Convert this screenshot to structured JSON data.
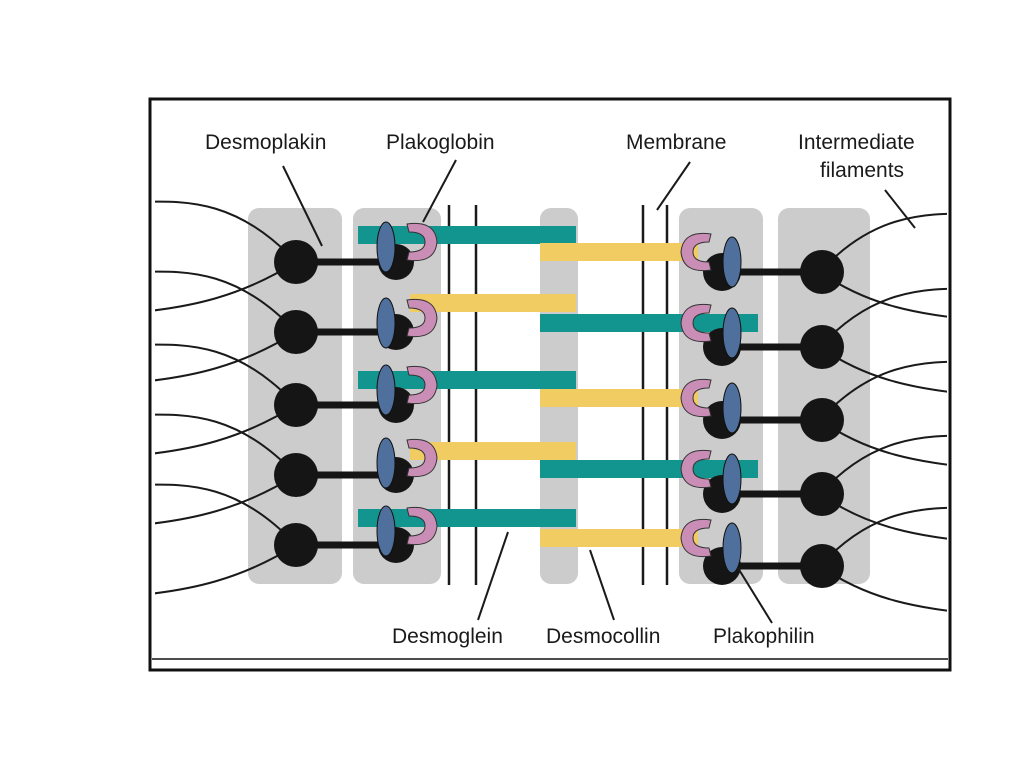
{
  "labels": {
    "desmoplakin": "Desmoplakin",
    "plakoglobin": "Plakoglobin",
    "membrane": "Membrane",
    "intermediate_1": "Intermediate",
    "intermediate_2": "filaments",
    "desmoglein": "Desmoglein",
    "desmocollin": "Desmocollin",
    "plakophilin": "Plakophilin"
  },
  "colors": {
    "desmoglein": "#12958e",
    "desmocollin": "#f0cc62",
    "plakoglobin": "#c98db6",
    "plakophilin": "#4f6f9c",
    "plaque": "#cccccc",
    "desmoplakin": "#151515"
  },
  "rows": 5
}
